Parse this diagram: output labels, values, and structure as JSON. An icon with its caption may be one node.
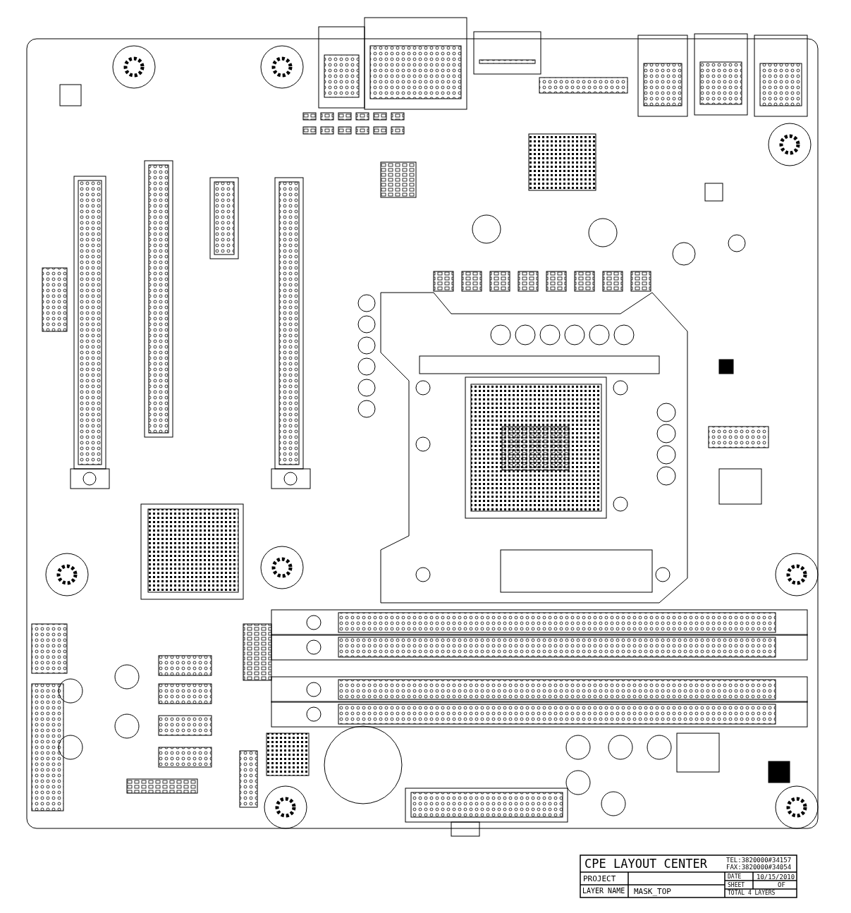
{
  "diagram": {
    "labels": [
      "CPE LAYOUT CENTER",
      "TEL:3820000#34157",
      "FAX:3820000#34054",
      "PROJECT",
      "DATE",
      "10/15/2010",
      "LAYER NAME",
      "MASK_TOP",
      "SHEET",
      "OF",
      "TOTAL 4 LAYERS"
    ]
  }
}
